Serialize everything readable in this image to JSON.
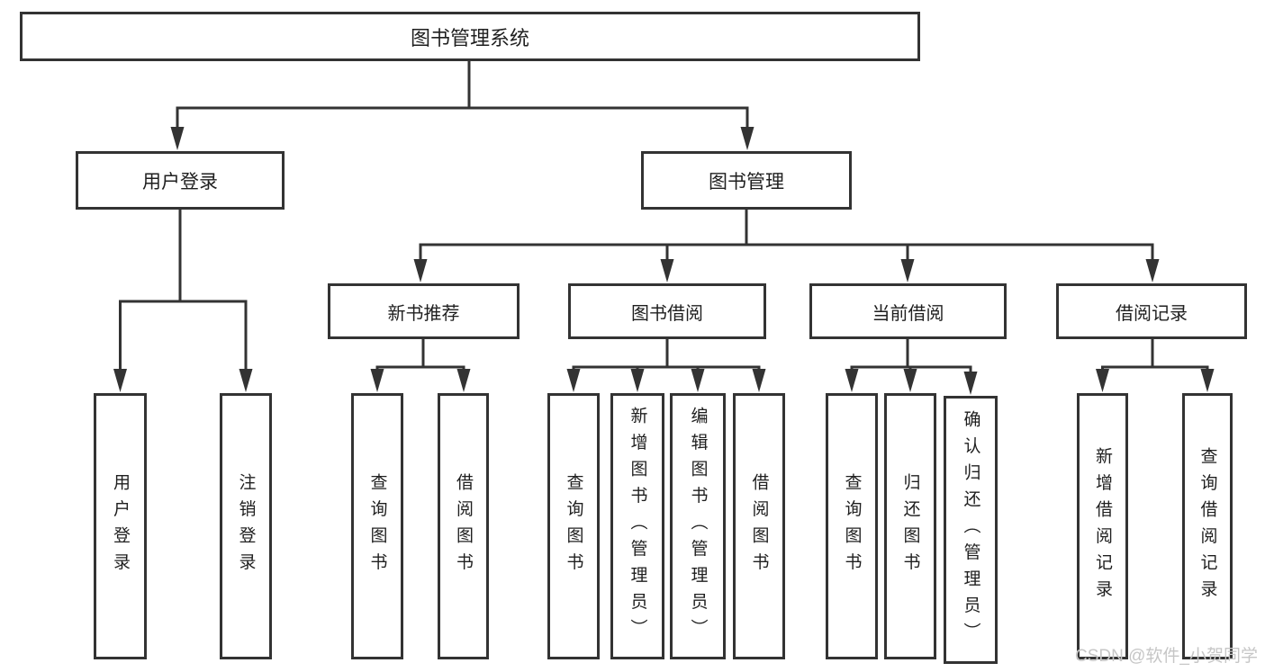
{
  "colors": {
    "line": "#333333",
    "text": "#1f1f1f",
    "box_bg": "#ffffff",
    "background": "#ffffff",
    "watermark": "#c6c6c6"
  },
  "watermark": "CSDN @软件_小贺同学",
  "tree": {
    "label": "图书管理系统",
    "children": [
      {
        "label": "用户登录",
        "children": [
          {
            "label": "用户登录"
          },
          {
            "label": "注销登录"
          }
        ]
      },
      {
        "label": "图书管理",
        "children": [
          {
            "label": "新书推荐",
            "children": [
              {
                "label": "查询图书"
              },
              {
                "label": "借阅图书"
              }
            ]
          },
          {
            "label": "图书借阅",
            "children": [
              {
                "label": "查询图书"
              },
              {
                "label": "新增图书（管理员）"
              },
              {
                "label": "编辑图书（管理员）"
              },
              {
                "label": "借阅图书"
              }
            ]
          },
          {
            "label": "当前借阅",
            "children": [
              {
                "label": "查询图书"
              },
              {
                "label": "归还图书"
              },
              {
                "label": "确认归还（管理员）"
              }
            ]
          },
          {
            "label": "借阅记录",
            "children": [
              {
                "label": "新增借阅记录"
              },
              {
                "label": "查询借阅记录"
              }
            ]
          }
        ]
      }
    ]
  }
}
